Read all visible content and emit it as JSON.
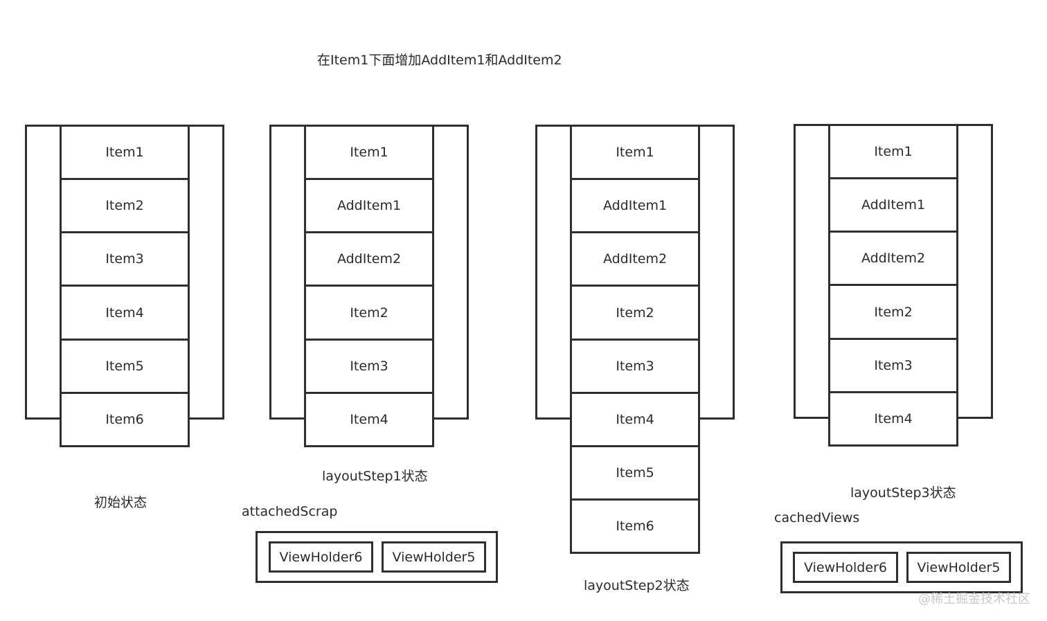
{
  "title": "在Item1下面增加AddItem1和AddItem2",
  "states": [
    {
      "caption": "初始状态",
      "items": [
        "Item1",
        "Item2",
        "Item3",
        "Item4",
        "Item5",
        "Item6"
      ]
    },
    {
      "caption": "layoutStep1状态",
      "items": [
        "Item1",
        "AddItem1",
        "AddItem2",
        "Item2",
        "Item3",
        "Item4"
      ]
    },
    {
      "caption": "layoutStep2状态",
      "items": [
        "Item1",
        "AddItem1",
        "AddItem2",
        "Item2",
        "Item3",
        "Item4",
        "Item5",
        "Item6"
      ]
    },
    {
      "caption": "layoutStep3状态",
      "items": [
        "Item1",
        "AddItem1",
        "AddItem2",
        "Item2",
        "Item3",
        "Item4"
      ]
    }
  ],
  "pools": [
    {
      "label": "attachedScrap",
      "holders": [
        "ViewHolder6",
        "ViewHolder5"
      ]
    },
    {
      "label": "cachedViews",
      "holders": [
        "ViewHolder6",
        "ViewHolder5"
      ]
    }
  ],
  "watermark": "@稀土掘金技术社区"
}
